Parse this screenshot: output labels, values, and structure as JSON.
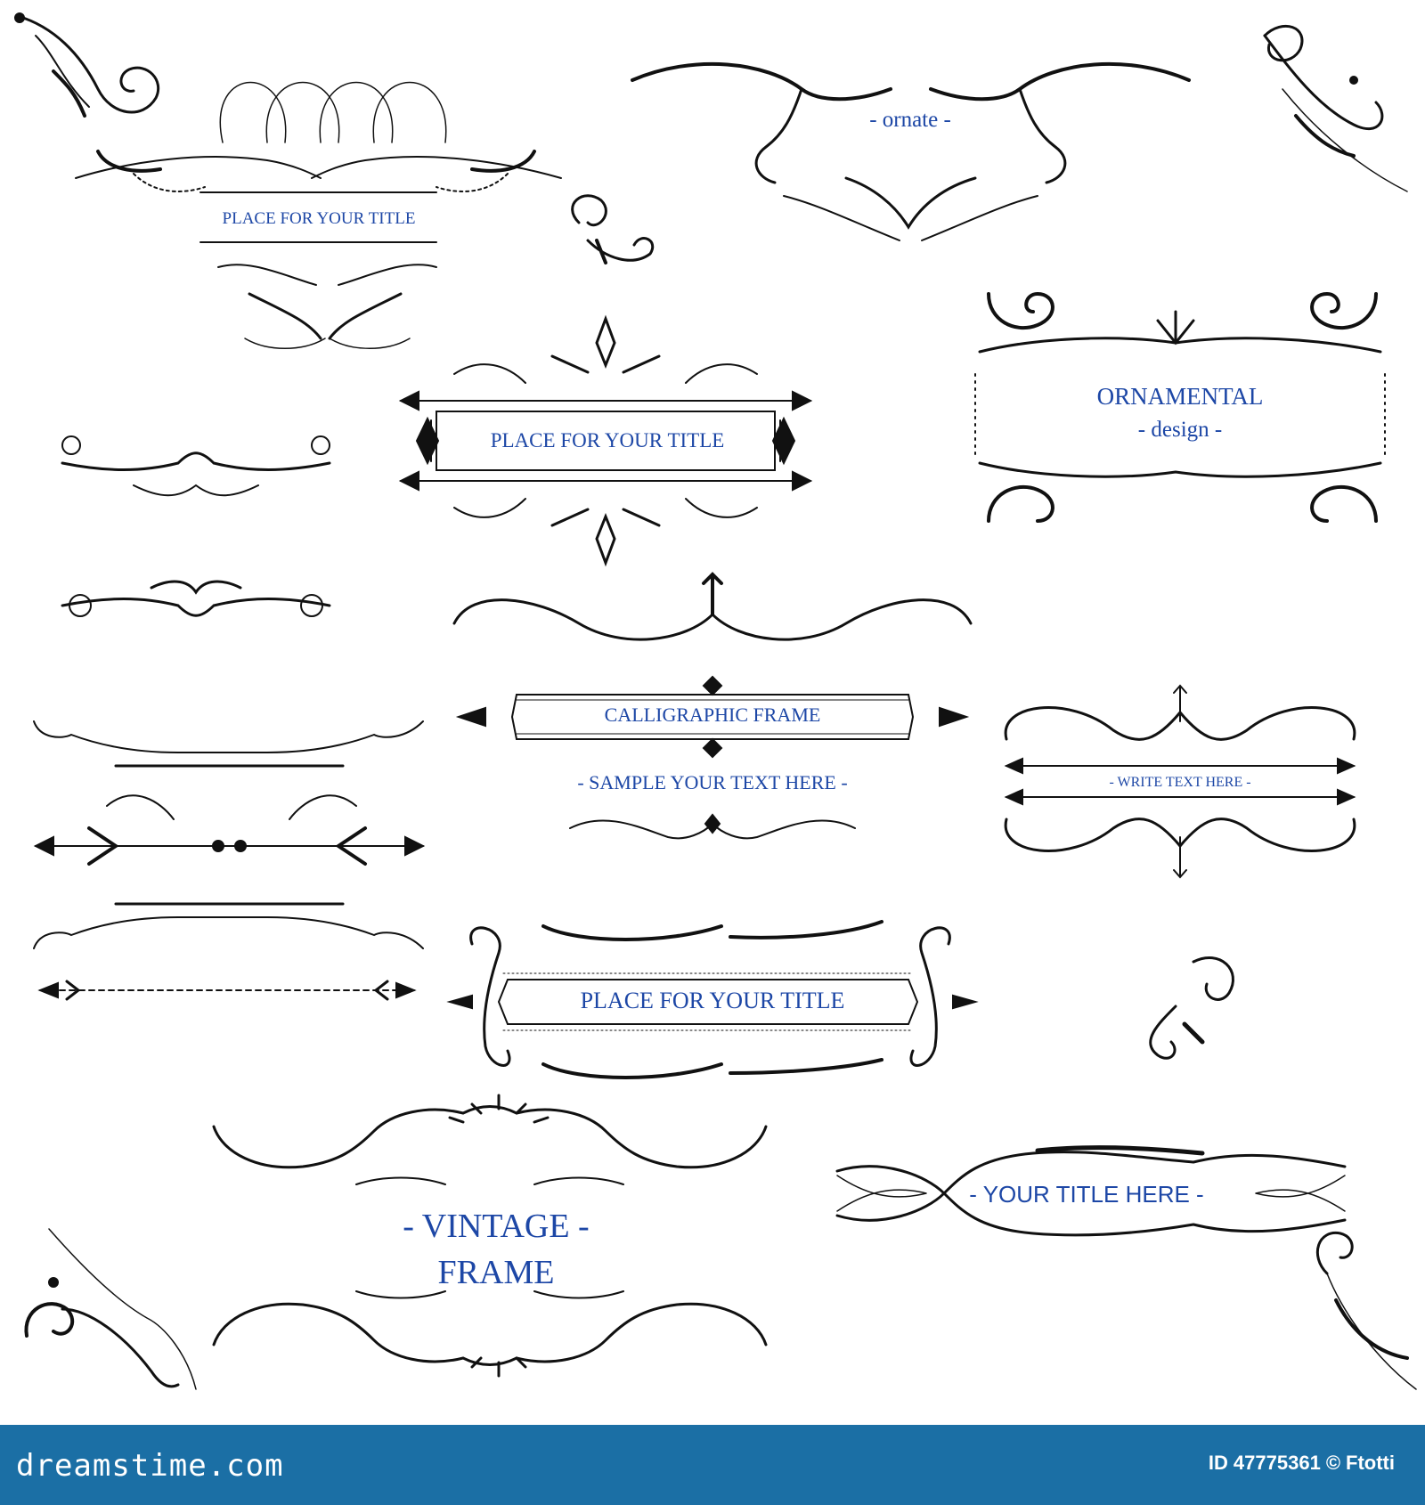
{
  "labels": {
    "title_top": "PLACE FOR YOUR TITLE",
    "ornate": "- ornate -",
    "title_mid": "PLACE FOR YOUR TITLE",
    "ornamental_line1": "ORNAMENTAL",
    "ornamental_line2": "- design -",
    "calligraphic": "CALLIGRAPHIC FRAME",
    "sample": "- SAMPLE YOUR TEXT HERE -",
    "write": "- WRITE TEXT HERE -",
    "title_lower": "PLACE FOR YOUR TITLE",
    "vintage_line1": "- VINTAGE -",
    "vintage_line2": "FRAME",
    "your_title": "- YOUR TITLE HERE -"
  },
  "footer": {
    "brand": "dreamstime.com",
    "id_label": "ID",
    "id_value": "47775361",
    "copyright_symbol": "©",
    "author": "Ftotti"
  },
  "colors": {
    "ink": "#111111",
    "label_blue": "#1d47a6",
    "footer_bar": "#1b6fa5"
  }
}
